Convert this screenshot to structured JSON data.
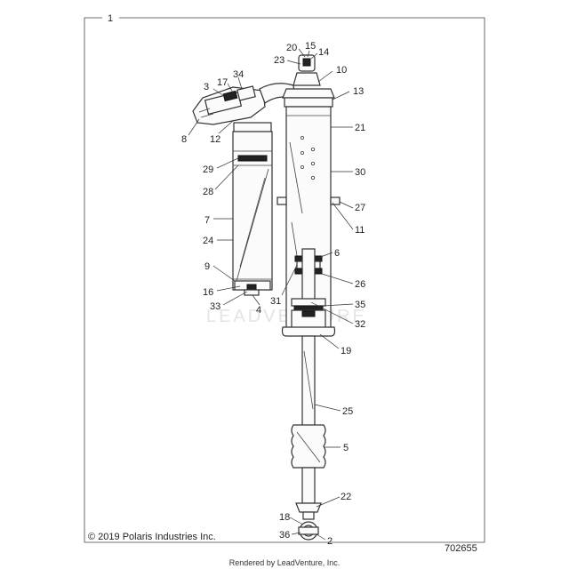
{
  "diagram": {
    "frame_label": "1",
    "part_numbers": [
      "20",
      "15",
      "14",
      "23",
      "10",
      "13",
      "3",
      "17",
      "34",
      "8",
      "12",
      "21",
      "29",
      "30",
      "28",
      "27",
      "7",
      "11",
      "24",
      "6",
      "9",
      "16",
      "26",
      "33",
      "4",
      "31",
      "35",
      "32",
      "19",
      "25",
      "5",
      "22",
      "18",
      "36",
      "2"
    ],
    "copyright": "© 2019 Polaris Industries Inc.",
    "diagram_number": "702655",
    "watermark": "LEADVENTURE",
    "rendered_by": "Rendered by LeadVenture, Inc."
  }
}
